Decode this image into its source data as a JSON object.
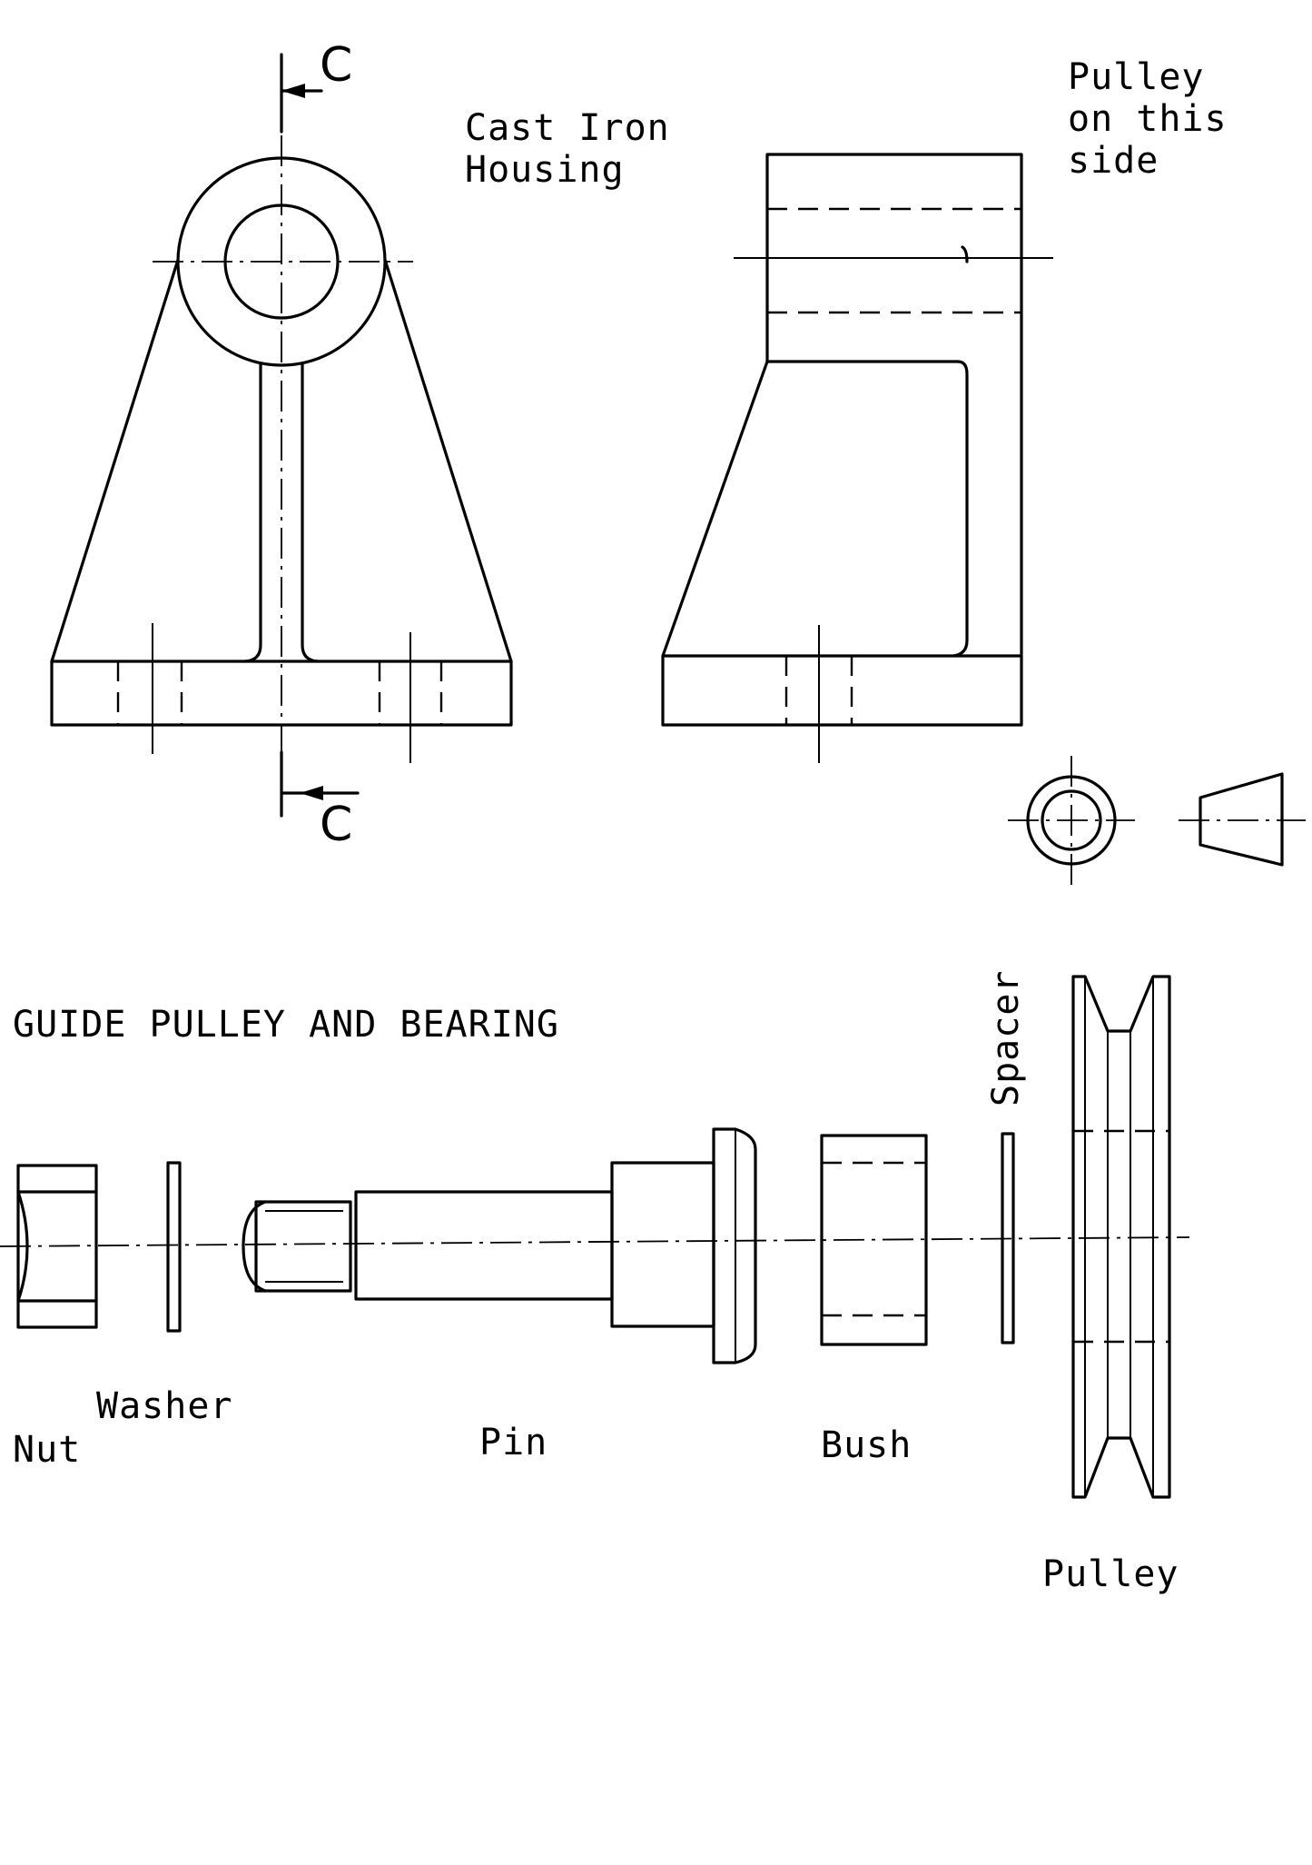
{
  "labels": {
    "section_top": "C",
    "section_bottom": "C",
    "housing": "Cast Iron\nHousing",
    "pulley_side": "Pulley\non this\nside",
    "title": "GUIDE PULLEY AND BEARING",
    "spacer": "Spacer",
    "washer": "Washer",
    "nut": "Nut",
    "pin": "Pin",
    "bush": "Bush",
    "pulley": "Pulley"
  }
}
